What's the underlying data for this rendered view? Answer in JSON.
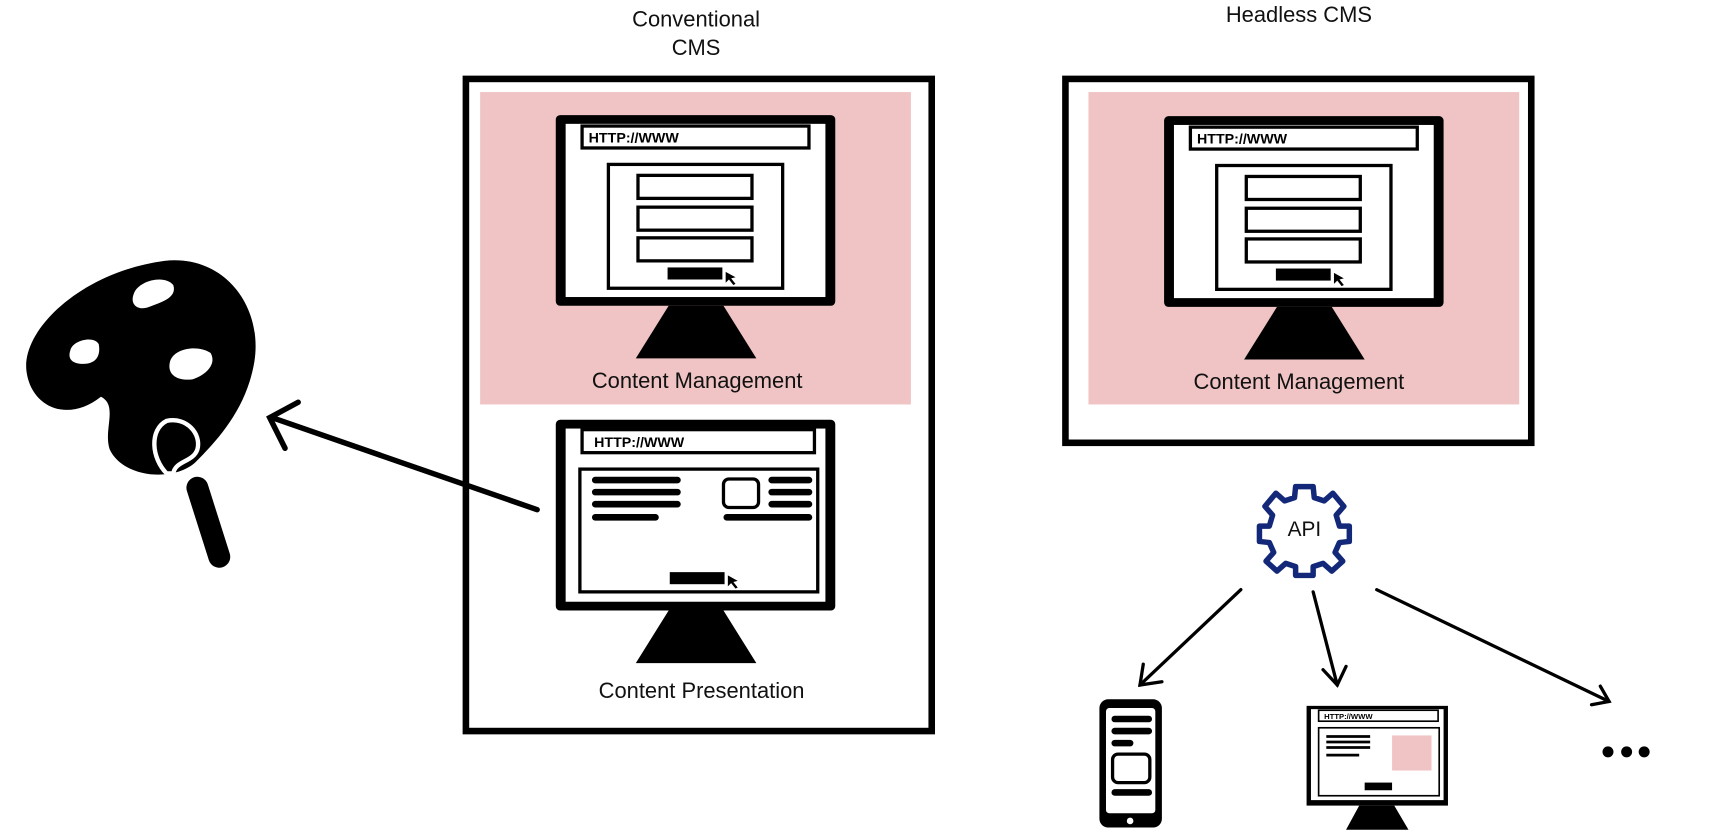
{
  "conventional": {
    "title_line1": "Conventional",
    "title_line2": "CMS",
    "management_url": "HTTP://WWW",
    "management_label": "Content Management",
    "presentation_url": "HTTP://WWW",
    "presentation_label": "Content Presentation"
  },
  "headless": {
    "title": "Headless CMS",
    "management_url": "HTTP://WWW",
    "management_label": "Content Management",
    "api_label": "API",
    "device_url": "HTTP://WWW",
    "more_label": "•••"
  },
  "colors": {
    "pink": "#f0c4c4",
    "gear": "#14287a",
    "ink": "#000000"
  }
}
